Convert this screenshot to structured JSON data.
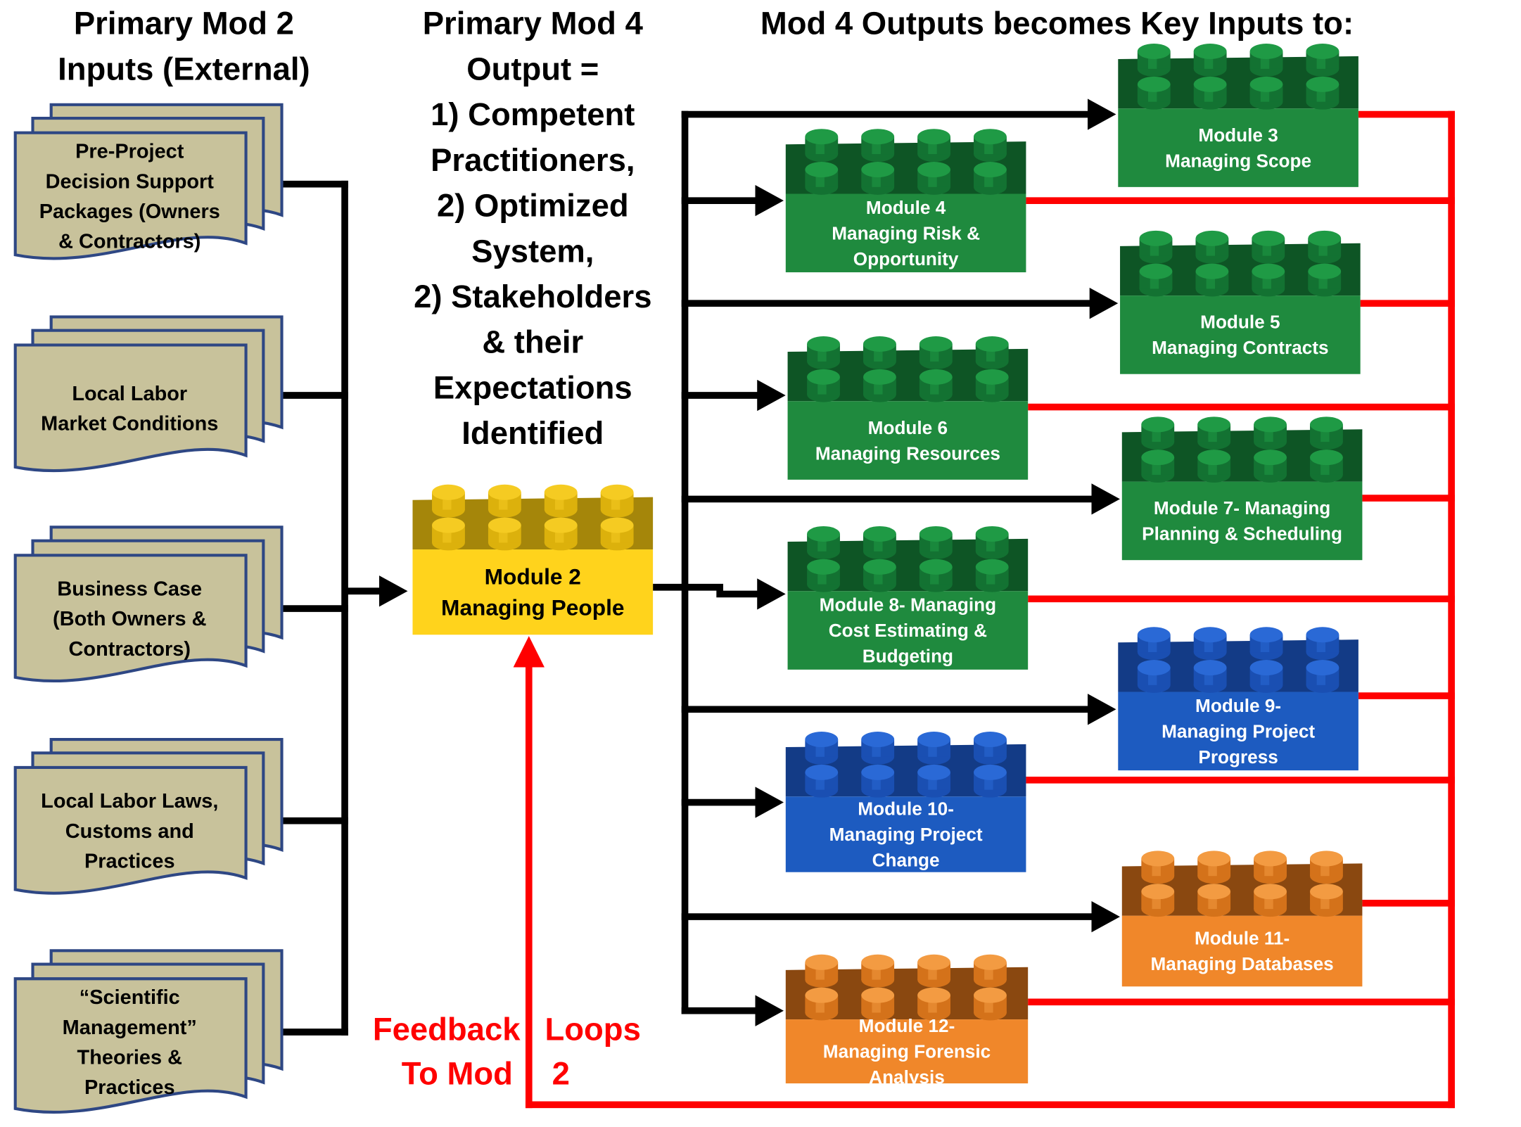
{
  "headings": {
    "inputs": [
      "Primary Mod 2",
      "Inputs (External)"
    ],
    "output": [
      "Primary Mod 4",
      "Output =",
      "1) Competent",
      "Practitioners,",
      "2) Optimized",
      "System,",
      "2) Stakeholders",
      "& their",
      "Expectations",
      "Identified"
    ],
    "key_inputs": "Mod 4 Outputs becomes Key Inputs to:"
  },
  "inputs": [
    {
      "lines": [
        "Pre-Project",
        "Decision Support",
        "Packages (Owners",
        "& Contractors)"
      ]
    },
    {
      "lines": [
        "Local Labor",
        "Market Conditions"
      ]
    },
    {
      "lines": [
        "Business Case",
        "(Both Owners &",
        "Contractors)"
      ]
    },
    {
      "lines": [
        "Local Labor Laws,",
        "Customs and",
        "Practices"
      ]
    },
    {
      "lines": [
        "“Scientific",
        "Management”",
        "Theories &",
        "Practices"
      ]
    }
  ],
  "center_module": {
    "lines": [
      "Module 2",
      "Managing People"
    ],
    "color": "yellow"
  },
  "modules": [
    {
      "lines": [
        "Module 3",
        "Managing Scope"
      ],
      "color": "green"
    },
    {
      "lines": [
        "Module 4",
        "Managing Risk &",
        "Opportunity"
      ],
      "color": "green"
    },
    {
      "lines": [
        "Module 5",
        "Managing Contracts"
      ],
      "color": "green"
    },
    {
      "lines": [
        "Module 6",
        "Managing Resources"
      ],
      "color": "green"
    },
    {
      "lines": [
        "Module 7- Managing",
        "Planning & Scheduling"
      ],
      "color": "green"
    },
    {
      "lines": [
        "Module 8- Managing",
        "Cost Estimating &",
        "Budgeting"
      ],
      "color": "green"
    },
    {
      "lines": [
        "Module 9-",
        "Managing Project",
        "Progress"
      ],
      "color": "blue"
    },
    {
      "lines": [
        "Module 10-",
        "Managing Project",
        "Change"
      ],
      "color": "blue"
    },
    {
      "lines": [
        "Module 11-",
        "Managing Databases"
      ],
      "color": "orange"
    },
    {
      "lines": [
        "Module 12-",
        "Managing Forensic",
        "Analysis"
      ],
      "color": "orange"
    }
  ],
  "feedback": {
    "line1": [
      "Feedback",
      "Loops"
    ],
    "line2": [
      "To Mod",
      "2"
    ]
  },
  "palette": {
    "green": {
      "top": "#0e5525",
      "front": "#1f8a3e",
      "stud_side": "#137232",
      "stud_top": "#1f9a45",
      "text": "#ffffff"
    },
    "blue": {
      "top": "#133b86",
      "front": "#1d5bc0",
      "stud_side": "#1a4fb2",
      "stud_top": "#2a69d6",
      "text": "#ffffff"
    },
    "orange": {
      "top": "#8a4810",
      "front": "#f0872a",
      "stud_side": "#d4721a",
      "stud_top": "#f39b42",
      "text": "#ffffff"
    },
    "yellow": {
      "top": "#a5860a",
      "front": "#ffd31c",
      "stud_side": "#dcb10c",
      "stud_top": "#f5cb22",
      "text": "#000000"
    },
    "document": {
      "fill": "#c8c29b",
      "stroke": "#2e4784"
    },
    "connector": "#000000",
    "feedback": "#ff0000"
  }
}
